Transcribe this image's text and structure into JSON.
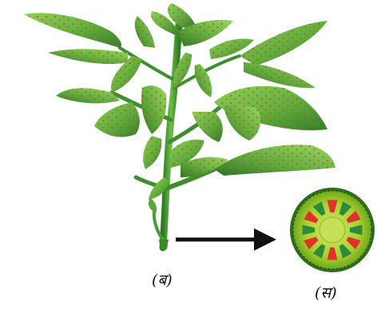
{
  "labels": {
    "plant": "(ब)",
    "stem_section": "(स)"
  },
  "colors": {
    "leaf_light": "#79c043",
    "leaf_dark": "#2e7d24",
    "stem": "#3f8e2e",
    "spot": "#c9554a",
    "section_rim": "#2f6d1c",
    "section_fill": "#b8d93a",
    "bundle_green": "#2e8b3c",
    "bundle_red": "#e0312a",
    "arrow": "#111111"
  },
  "icons": {
    "arrow": "right-arrow"
  }
}
